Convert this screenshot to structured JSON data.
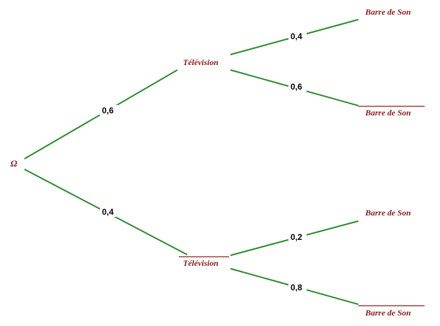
{
  "tree": {
    "root": {
      "label": "Ω"
    },
    "level1": [
      {
        "label": "Télévision",
        "complement": false,
        "probability": "0,6"
      },
      {
        "label": "Télévision",
        "complement": true,
        "probability": "0,4"
      }
    ],
    "level2": [
      {
        "parent": 0,
        "label": "Barre de Son",
        "complement": false,
        "probability": "0,4"
      },
      {
        "parent": 0,
        "label": "Barre de Son",
        "complement": true,
        "probability": "0,6"
      },
      {
        "parent": 1,
        "label": "Barre de Son",
        "complement": false,
        "probability": "0,2"
      },
      {
        "parent": 1,
        "label": "Barre de Son",
        "complement": true,
        "probability": "0,8"
      }
    ]
  },
  "colors": {
    "branch": "#2a8a2a",
    "node_text": "#8b1a1a",
    "probability_text": "#000000"
  }
}
